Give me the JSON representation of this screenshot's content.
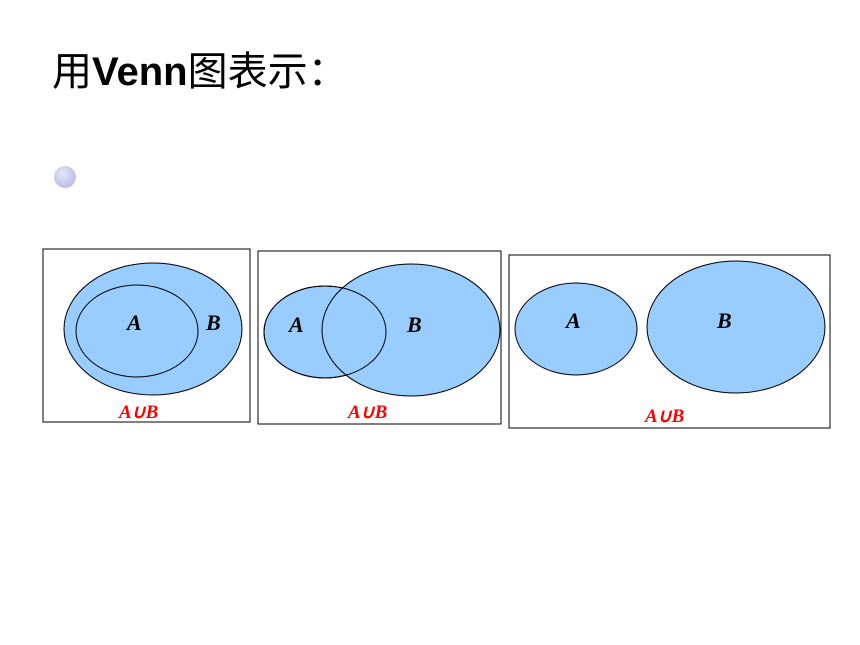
{
  "title": {
    "prefix": "用",
    "latin": "Venn",
    "suffix": "图表示："
  },
  "colors": {
    "fill": "#99ccff",
    "stroke": "#000000",
    "caption": "#ff0000"
  },
  "diagrams": [
    {
      "label_a": "A",
      "label_b": "B",
      "caption": "A∪B"
    },
    {
      "label_a": "A",
      "label_b": "B",
      "caption": "A∪B"
    },
    {
      "label_a": "A",
      "label_b": "B",
      "caption": "A∪B"
    }
  ]
}
